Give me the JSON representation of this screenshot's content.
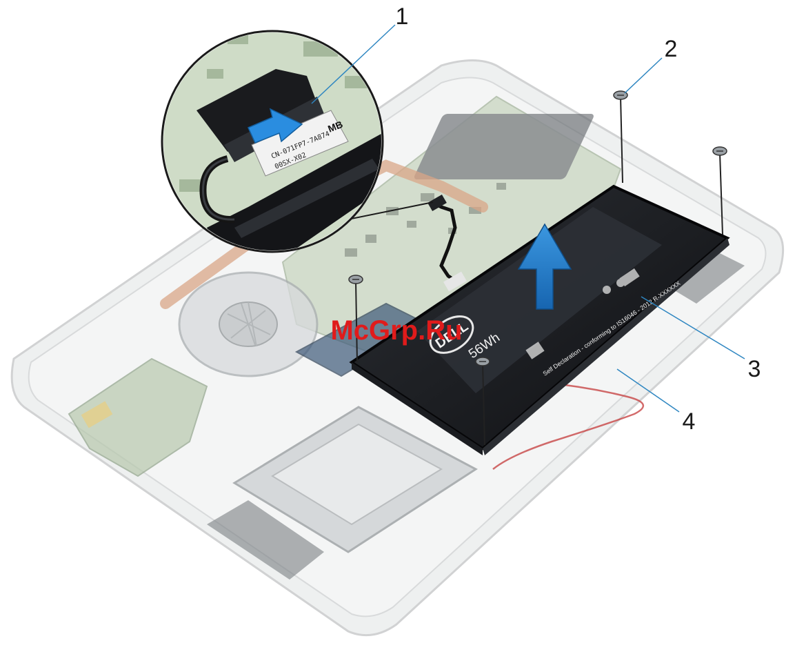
{
  "diagram": {
    "callouts": [
      {
        "id": "1",
        "label": "1"
      },
      {
        "id": "2",
        "label": "2"
      },
      {
        "id": "3",
        "label": "3"
      },
      {
        "id": "4",
        "label": "4"
      }
    ],
    "watermark": "McGrp.Ru",
    "battery": {
      "logo": "DELL",
      "capacity": "56Wh",
      "conformity": "Self Declaration - conforming to IS16046 - 2012 R-XXXXXX"
    },
    "connector_label": "MB",
    "cable_tag": "CN-071FP7-7A874",
    "cable_tag_2": "00SX-X02",
    "colors": {
      "line": "#2e86c1",
      "arrow": "#1f78c8",
      "battery": "#16181c",
      "chassis": "#e8e9ea",
      "board": "#b8c9b0",
      "watermark": "#e01b1b"
    }
  }
}
